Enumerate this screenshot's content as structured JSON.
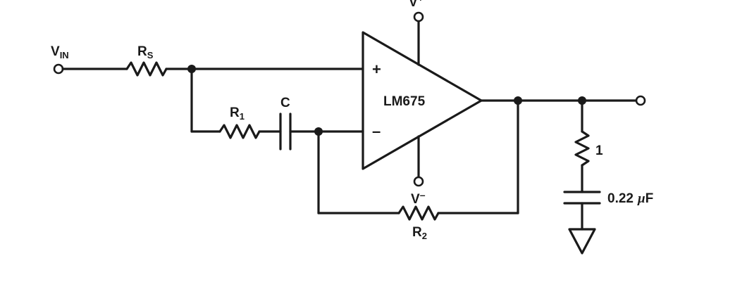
{
  "labels": {
    "vin_main": "V",
    "vin_sub": "IN",
    "rs_main": "R",
    "rs_sub": "S",
    "r1_main": "R",
    "r1_sub": "1",
    "c": "C",
    "opamp": "LM675",
    "plus": "+",
    "minus": "–",
    "vplus_main": "V",
    "vplus_sup": "+",
    "vminus_main": "V",
    "vminus_sup": "–",
    "r2_main": "R",
    "r2_sub": "2",
    "r_load": "1",
    "cap_value_num": "0.22",
    "cap_value_mu": "μ",
    "cap_value_unit": "F"
  },
  "colors": {
    "ink": "#1a1a1a",
    "background": "#ffffff"
  }
}
